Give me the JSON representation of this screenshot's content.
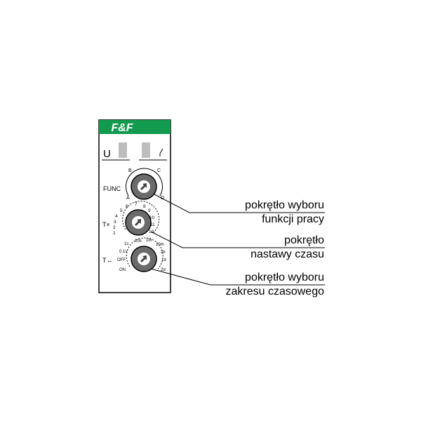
{
  "device": {
    "logo_text": "F&F",
    "brand_color": "#129a4e",
    "indicators": [
      {
        "label": "U",
        "icon": "power-led-indicator"
      },
      {
        "label": "",
        "icon": "relay-contact-icon"
      }
    ]
  },
  "knobs": [
    {
      "name": "func-knob",
      "label": "FUNC",
      "scale": [
        "A",
        "B",
        "C",
        "D"
      ]
    },
    {
      "name": "time-setting-knob",
      "label": "T×",
      "scale": [
        "1",
        "2",
        "3",
        "4",
        "5",
        "6",
        "7",
        "8",
        "9",
        "10",
        "11",
        "12"
      ]
    },
    {
      "name": "time-range-knob",
      "label": "T↔",
      "scale": [
        "ON",
        "OFF",
        "0.1s",
        "1s",
        "10s",
        "1m",
        "10m",
        "2h",
        "1d",
        "2d"
      ]
    }
  ],
  "callouts": [
    {
      "line1": "pokrętło wyboru",
      "line2": "funkcji pracy"
    },
    {
      "line1": "pokrętło",
      "line2": "nastawy czasu"
    },
    {
      "line1": "pokrętło wyboru",
      "line2": "zakresu czasowego"
    }
  ]
}
